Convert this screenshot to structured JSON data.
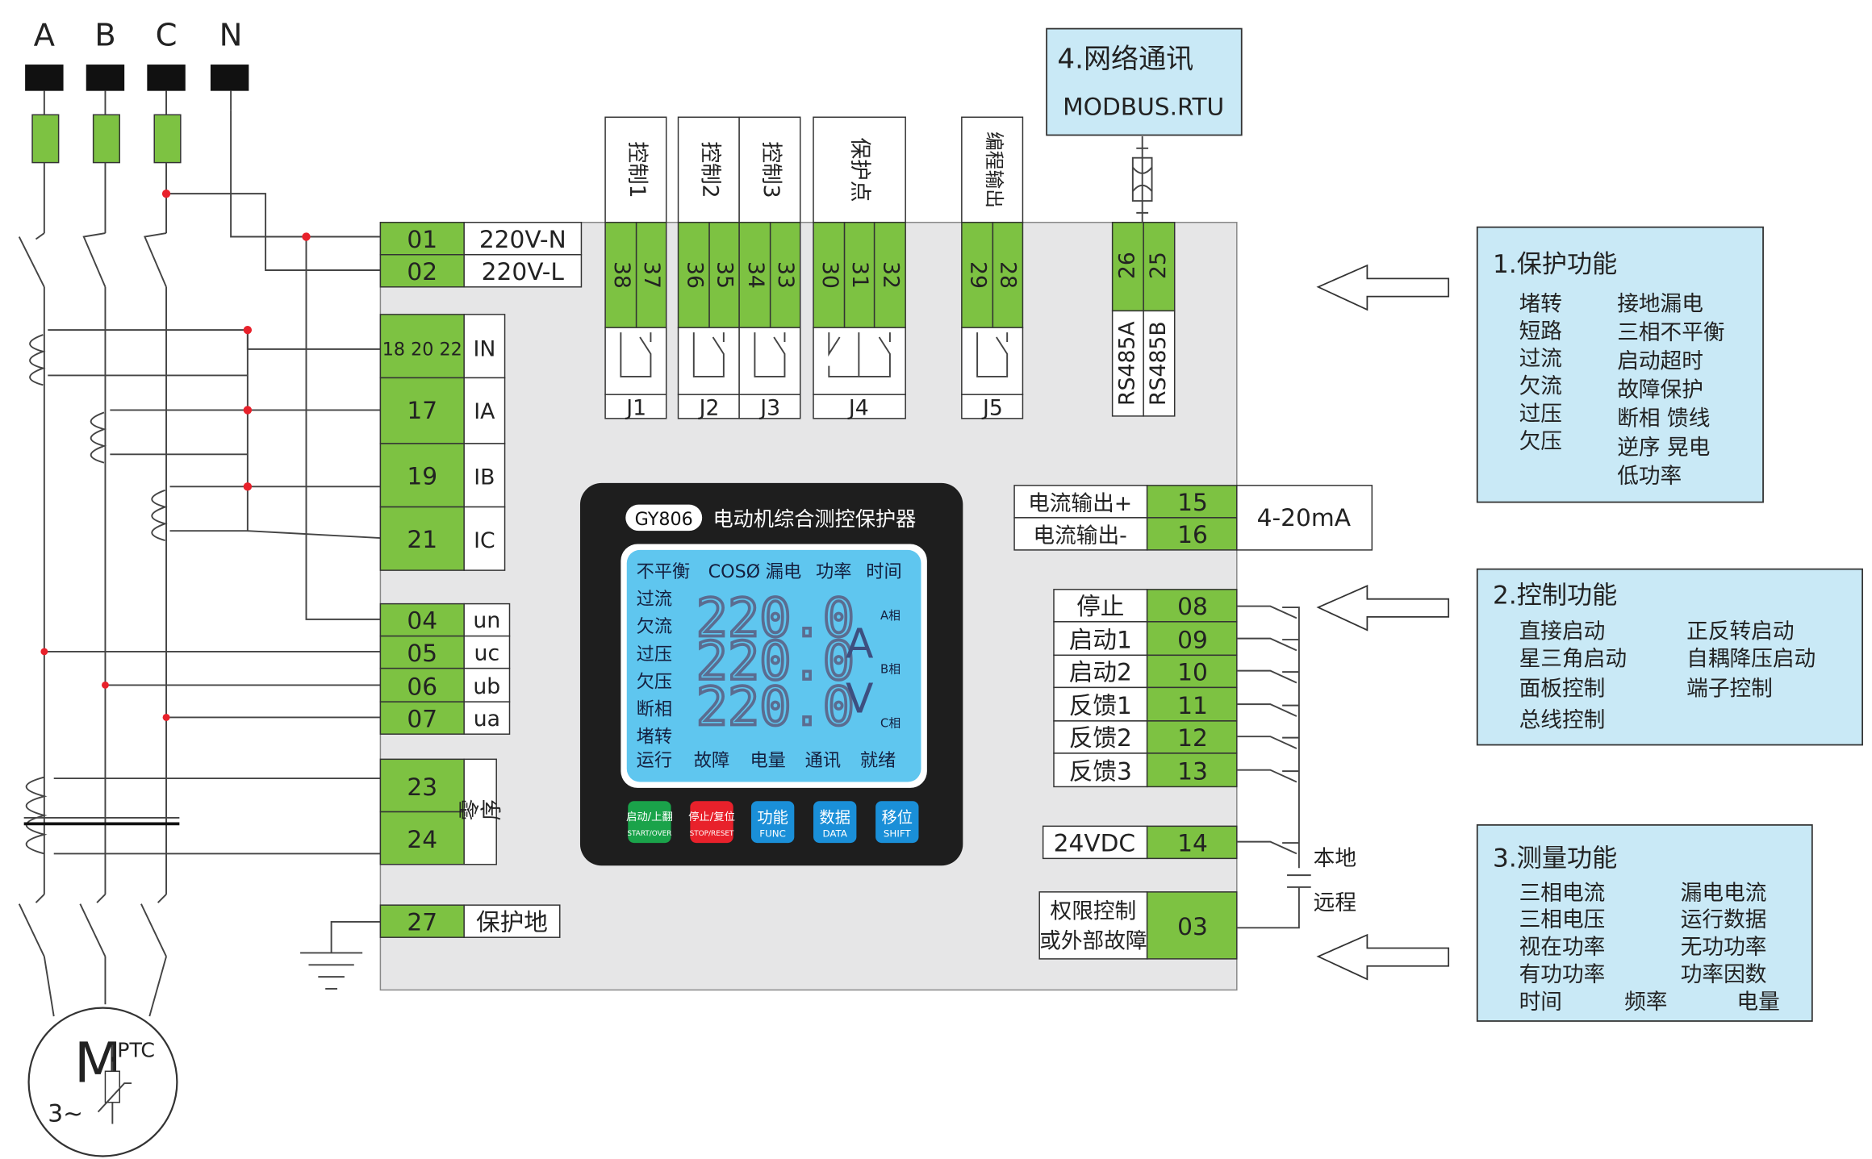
{
  "phases": [
    "A",
    "B",
    "C",
    "N"
  ],
  "power": [
    {
      "num": "01",
      "label": "220V-N"
    },
    {
      "num": "02",
      "label": "220V-L"
    }
  ],
  "current_inputs": [
    {
      "num": "18 20 22",
      "label": "IN"
    },
    {
      "num": "17",
      "label": "IA"
    },
    {
      "num": "19",
      "label": "IB"
    },
    {
      "num": "21",
      "label": "IC"
    }
  ],
  "voltage_inputs": [
    {
      "num": "04",
      "label": "un"
    },
    {
      "num": "05",
      "label": "uc"
    },
    {
      "num": "06",
      "label": "ub"
    },
    {
      "num": "07",
      "label": "ua"
    }
  ],
  "zero_seq": {
    "nums": [
      "23",
      "24"
    ],
    "label": "零序"
  },
  "ground": {
    "num": "27",
    "label": "保护地"
  },
  "relay_groups": [
    {
      "title": "控制1",
      "nums": [
        "38",
        "37"
      ],
      "relay": "J1"
    },
    {
      "title": "控制2",
      "nums": [
        "36",
        "35"
      ],
      "relay": "J2"
    },
    {
      "title": "控制3",
      "nums": [
        "34",
        "33"
      ],
      "relay": "J3"
    },
    {
      "title": "保护点",
      "nums": [
        "30",
        "31",
        "32"
      ],
      "relay": "J4"
    },
    {
      "title": "编程输出",
      "nums": [
        "29",
        "28"
      ],
      "relay": "J5"
    }
  ],
  "rs485": {
    "nums": [
      "26",
      "25"
    ],
    "labels": [
      "RS485A",
      "RS485B"
    ]
  },
  "network": {
    "title": "4.网络通讯",
    "protocol": "MODBUS.RTU"
  },
  "analog_out": {
    "rows": [
      {
        "label": "电流输出+",
        "num": "15"
      },
      {
        "label": "电流输出-",
        "num": "16"
      }
    ],
    "range": "4-20mA"
  },
  "digital_inputs": [
    {
      "label": "停止",
      "num": "08"
    },
    {
      "label": "启动1",
      "num": "09"
    },
    {
      "label": "启动2",
      "num": "10"
    },
    {
      "label": "反馈1",
      "num": "11"
    },
    {
      "label": "反馈2",
      "num": "12"
    },
    {
      "label": "反馈3",
      "num": "13"
    }
  ],
  "dc24": {
    "label": "24VDC",
    "num": "14"
  },
  "auth": {
    "label1": "权限控制",
    "label2": "或外部故障",
    "num": "03"
  },
  "local_remote": [
    "本地",
    "远程"
  ],
  "device": {
    "model": "GY806",
    "name": "电动机综合测控保护器",
    "top_labels": [
      "不平衡",
      "COSØ",
      "漏电",
      "功率",
      "时间"
    ],
    "left_labels": [
      "过流",
      "欠流",
      "过压",
      "欠压",
      "断相",
      "堵转"
    ],
    "bottom_labels": [
      "运行",
      "故障",
      "电量",
      "通讯",
      "就绪"
    ],
    "readings": [
      "220.0",
      "220.0",
      "220.0"
    ],
    "phase_labels": [
      "A相",
      "B相",
      "C相"
    ],
    "units": [
      "A",
      "V"
    ],
    "buttons": [
      {
        "cn": "启动/上翻",
        "en": "START/OVER",
        "color": "#1aa34a"
      },
      {
        "cn": "停止/复位",
        "en": "STOP/RESET",
        "color": "#e8212b"
      },
      {
        "cn": "功能",
        "en": "FUNC",
        "color": "#1a8fd8"
      },
      {
        "cn": "数据",
        "en": "DATA",
        "color": "#1a8fd8"
      },
      {
        "cn": "移位",
        "en": "SHIFT",
        "color": "#1a8fd8"
      }
    ]
  },
  "func_protect": {
    "title": "1.保护功能",
    "col1": [
      "堵转",
      "短路",
      "过流",
      "欠流",
      "过压",
      "欠压"
    ],
    "col2": [
      "接地漏电",
      "三相不平衡",
      "启动超时",
      "故障保护",
      "断相 馈线",
      "逆序 晃电",
      "低功率"
    ]
  },
  "func_control": {
    "title": "2.控制功能",
    "col1": [
      "直接启动",
      "星三角启动",
      "面板控制",
      "总线控制"
    ],
    "col2": [
      "正反转启动",
      "自耦降压启动",
      "端子控制"
    ]
  },
  "func_measure": {
    "title": "3.测量功能",
    "col1": [
      "三相电流",
      "三相电压",
      "视在功率",
      "有功功率",
      "时间"
    ],
    "col2": [
      "漏电电流",
      "运行数据",
      "无功功率",
      "功率因数"
    ],
    "freq": "频率",
    "energy": "电量"
  },
  "motor": {
    "letter": "M",
    "phase": "3~",
    "ptc": "PTC"
  }
}
